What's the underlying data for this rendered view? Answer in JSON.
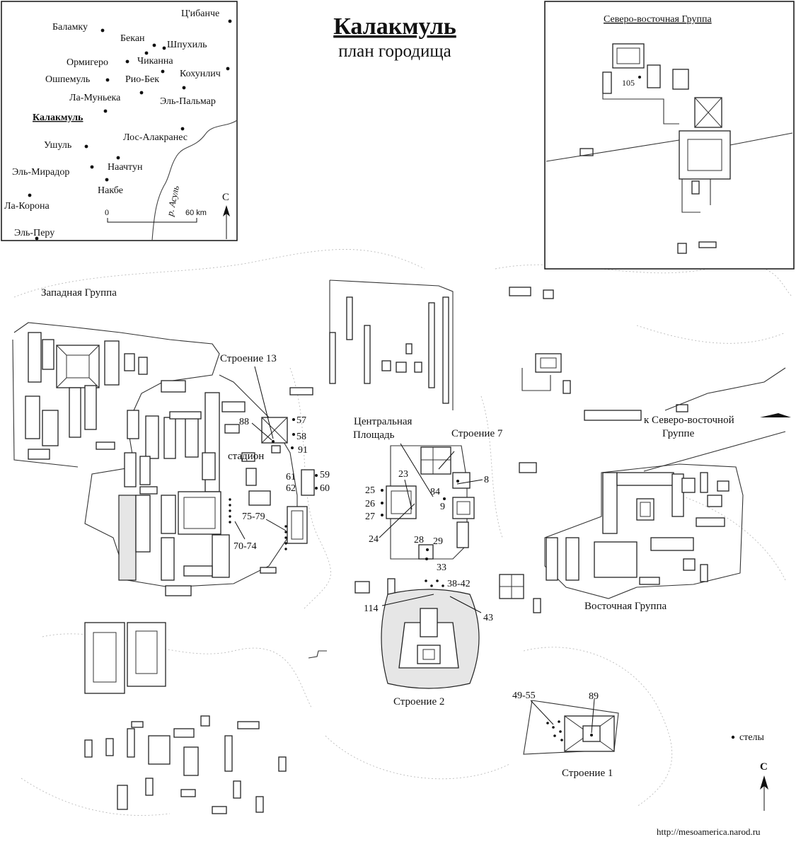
{
  "title": "Калакмуль",
  "subtitle": "план городища",
  "website": "http://mesoamerica.narod.ru",
  "inset_region": {
    "sites": [
      {
        "name": "Ц'ибанче",
        "highlight": false
      },
      {
        "name": "Баламку",
        "highlight": false
      },
      {
        "name": "Бекан",
        "highlight": false
      },
      {
        "name": "Шпухиль",
        "highlight": false
      },
      {
        "name": "Ормигеро",
        "highlight": false
      },
      {
        "name": "Чиканна",
        "highlight": false
      },
      {
        "name": "Ошпемуль",
        "highlight": false
      },
      {
        "name": "Рио-Бек",
        "highlight": false
      },
      {
        "name": "Кохунлич",
        "highlight": false
      },
      {
        "name": "Ла-Муньека",
        "highlight": false
      },
      {
        "name": "Эль-Пальмар",
        "highlight": false
      },
      {
        "name": "Калакмуль",
        "highlight": true
      },
      {
        "name": "Лос-Алакранес",
        "highlight": false
      },
      {
        "name": "Ушуль",
        "highlight": false
      },
      {
        "name": "Наачтун",
        "highlight": false
      },
      {
        "name": "Эль-Мирадор",
        "highlight": false
      },
      {
        "name": "Накбе",
        "highlight": false
      },
      {
        "name": "Ла-Корона",
        "highlight": false
      },
      {
        "name": "Эль-Перу",
        "highlight": false
      }
    ],
    "river": "р. Асуль",
    "scale_start": "0",
    "scale_end": "60 km",
    "north": "С"
  },
  "inset_northeast": {
    "title": "Северо-восточная Группа",
    "label": "105"
  },
  "groups": {
    "west": "Западная Группа",
    "central_1": "Центральная",
    "central_2": "Площадь",
    "east": "Восточная Группа",
    "to_ne_1": "к Северо-восточной",
    "to_ne_2": "Группе"
  },
  "structures": {
    "s13": "Строение 13",
    "s7": "Строение 7",
    "s2": "Строение 2",
    "s1": "Строение 1",
    "stadium": "стадион"
  },
  "stela_numbers": {
    "n88": "88",
    "n57": "57",
    "n58": "58",
    "n91": "91",
    "n61": "61",
    "n59": "59",
    "n62": "62",
    "n60": "60",
    "n75": "75-79",
    "n70": "70-74",
    "n23": "23",
    "n84": "84",
    "n8": "8",
    "n9": "9",
    "n25": "25",
    "n26": "26",
    "n27": "27",
    "n24": "24",
    "n28": "28",
    "n29": "29",
    "n33": "33",
    "n38": "38-42",
    "n114": "114",
    "n43": "43",
    "n49": "49-55",
    "n89": "89"
  },
  "legend": {
    "stelae": "стелы"
  },
  "north": "С"
}
